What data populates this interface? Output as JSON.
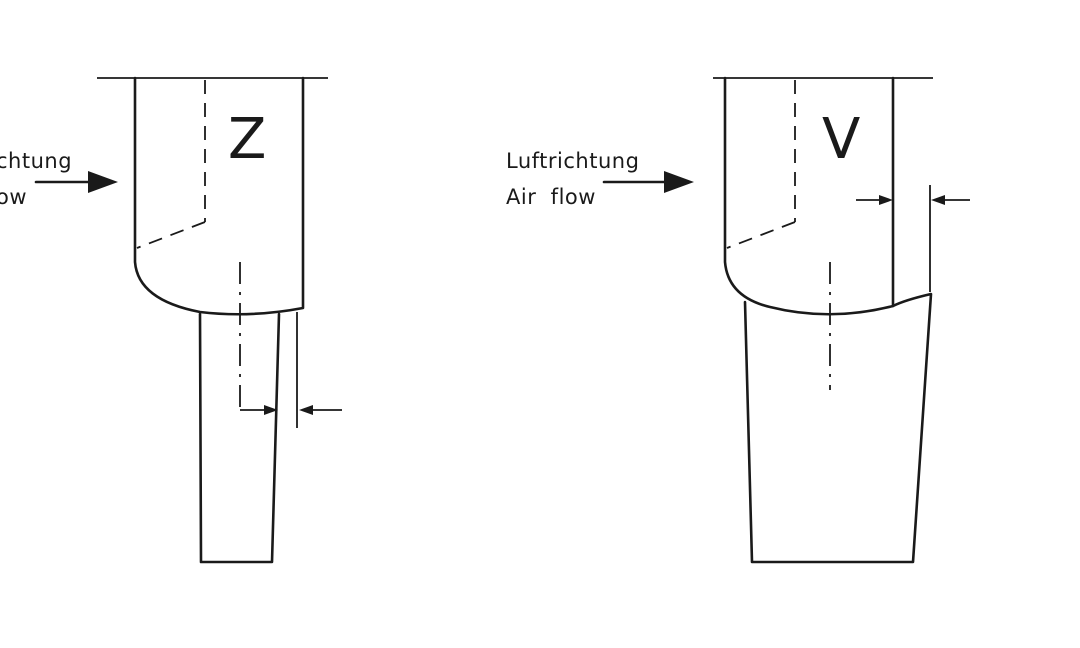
{
  "figure_left": {
    "letter": "Z",
    "airflow_de": "chtung",
    "airflow_en": "ow"
  },
  "figure_right": {
    "letter": "V",
    "airflow_de": "Luftrichtung",
    "airflow_en": "Air  flow"
  },
  "colors": {
    "line": "#1a1a1a",
    "background": "#ffffff"
  }
}
